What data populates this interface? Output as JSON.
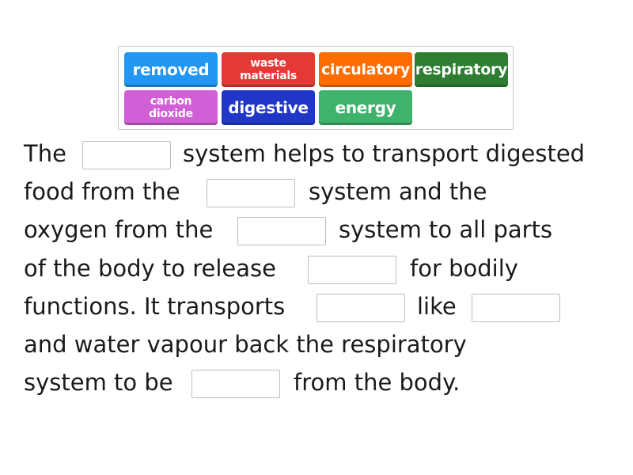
{
  "word_bank": {
    "tiles": [
      {
        "label": "removed",
        "color": "#2196f3"
      },
      {
        "label": "waste materials",
        "color": "#e53935"
      },
      {
        "label": "circulatory",
        "color": "#ff6d00"
      },
      {
        "label": "respiratory",
        "color": "#2e7d32"
      },
      {
        "label": "carbon dioxide",
        "color": "#d15fd6"
      },
      {
        "label": "digestive",
        "color": "#2036c9"
      },
      {
        "label": "energy",
        "color": "#3fb36b"
      }
    ]
  },
  "passage": {
    "lines": [
      [
        "The",
        "system helps to transport digested"
      ],
      [
        "food from the",
        "system and the"
      ],
      [
        "oxygen from the",
        "system to all parts"
      ],
      [
        "of the body to release",
        "for bodily"
      ],
      [
        "functions. It transports",
        "like",
        ""
      ],
      [
        "and water vapour back the respiratory"
      ],
      [
        "system to be",
        "from the body."
      ]
    ]
  }
}
